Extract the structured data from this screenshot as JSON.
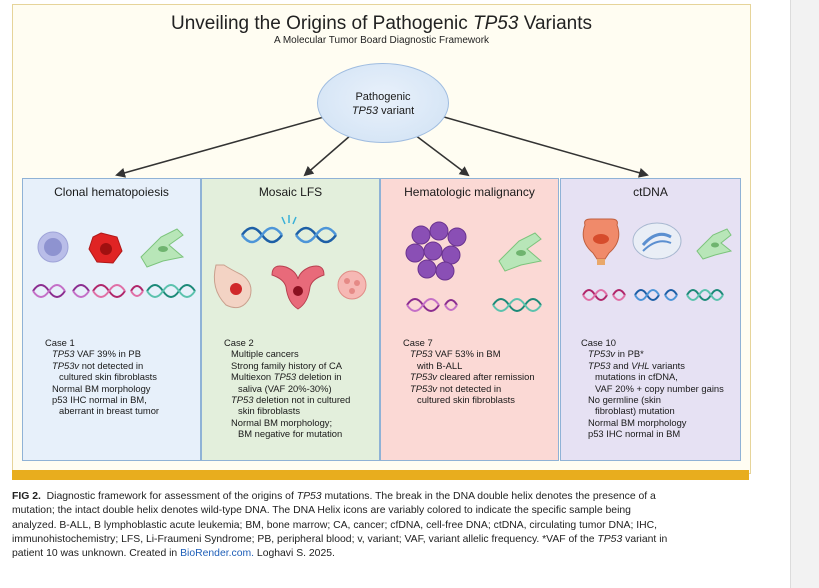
{
  "figure": {
    "title_parts": [
      "Unveiling the Origins of Pathogenic ",
      "TP53",
      " Variants"
    ],
    "subtitle": "A Molecular Tumor Board Diagnostic Framework",
    "hub": {
      "line1": "Pathogenic",
      "line2_italic": "TP53",
      "line2_rest": " variant"
    },
    "colors": {
      "hematopoiesis": "#e7f0fa",
      "mosaic": "#e3efdc",
      "malignancy": "#fbd9d5",
      "ctdna": "#e6e1f3",
      "rule": "#e8ad1e",
      "border": "#8fb2d6"
    },
    "columns": [
      {
        "title": "Clonal hematopoiesis",
        "icons": [
          "lymphocyte-icon",
          "malignant-cell-icon",
          "fibroblast-icon",
          "dna-helix-broken-icon",
          "dna-helix-broken-icon",
          "dna-helix-intact-icon"
        ],
        "case_title": "Case 1",
        "lines": [
          {
            "it": "TP53",
            "rest": " VAF 39% in PB"
          },
          {
            "it": "TP53v",
            "rest": " not detected in"
          },
          {
            "it": "",
            "rest": "cultured skin fibroblasts"
          },
          {
            "it": "",
            "rest": "Normal BM morphology"
          },
          {
            "it": "",
            "rest": "p53 IHC normal in BM,"
          },
          {
            "it": "",
            "rest": "aberrant in breast tumor"
          }
        ]
      },
      {
        "title": "Mosaic LFS",
        "icons": [
          "dna-helix-broken-icon",
          "breast-tumor-icon",
          "uterus-icon",
          "tumor-cluster-icon"
        ],
        "case_title": "Case 2",
        "lines": [
          {
            "it": "",
            "rest": "Multiple cancers"
          },
          {
            "it": "",
            "rest": "Strong family history of CA"
          },
          {
            "it": "",
            "rest": "Multiexon ",
            "it2": "TP53",
            "rest2": " deletion in"
          },
          {
            "it": "",
            "rest": "saliva (VAF 20%-30%)"
          },
          {
            "it": "TP53",
            "rest": " deletion not in cultured"
          },
          {
            "it": "",
            "rest": "skin fibroblasts"
          },
          {
            "it": "",
            "rest": "Normal BM morphology;"
          },
          {
            "it": "",
            "rest": "BM negative for mutation"
          }
        ]
      },
      {
        "title": "Hematologic malignancy",
        "icons": [
          "blast-cluster-icon",
          "fibroblast-icon",
          "dna-helix-broken-icon",
          "dna-helix-intact-icon"
        ],
        "case_title": "Case 7",
        "lines": [
          {
            "it": "TP53",
            "rest": " VAF 53% in BM"
          },
          {
            "it": "",
            "rest": "with  B-ALL"
          },
          {
            "it": "TP53v",
            "rest": " cleared after remission"
          },
          {
            "it": "TP53v",
            "rest": " not detected in"
          },
          {
            "it": "",
            "rest": "cultured skin fibroblasts"
          }
        ]
      },
      {
        "title": "ctDNA",
        "icons": [
          "bladder-icon",
          "blood-tube-icon",
          "fibroblast-icon",
          "dna-helix-broken-icon",
          "dna-helix-broken-icon",
          "dna-helix-intact-icon"
        ],
        "case_title": "Case 10",
        "lines": [
          {
            "it": "TP53v",
            "rest": " in PB*"
          },
          {
            "it": "TP53",
            "rest": " and ",
            "it2": "VHL",
            "rest2": " variants"
          },
          {
            "it": "",
            "rest": "mutations in cfDNA,"
          },
          {
            "it": "",
            "rest": "VAF 20% + copy number gains"
          },
          {
            "it": "",
            "rest": "No germline (skin"
          },
          {
            "it": "",
            "rest": "fibroblast) mutation"
          },
          {
            "it": "",
            "rest": "Normal BM morphology"
          },
          {
            "it": "",
            "rest": "p53 IHC normal in BM"
          }
        ]
      }
    ]
  },
  "caption": {
    "label": "FIG 2.",
    "lines": [
      [
        "Diagnostic framework for assessment of the origins of ",
        {
          "it": "TP53"
        },
        " mutations. The break in the DNA double helix denotes the presence of a"
      ],
      [
        "mutation; the intact double helix denotes wild-type DNA. The DNA Helix icons are variably colored to indicate the specific sample being"
      ],
      [
        "analyzed. B-ALL, B lymphoblastic acute leukemia; BM, bone marrow; CA, cancer; cfDNA, cell-free DNA; ctDNA, circulating tumor DNA; IHC,"
      ],
      [
        "immunohistochemistry; LFS, Li-Fraumeni Syndrome; PB, peripheral blood; v, variant; VAF, variant allelic frequency. *VAF of the ",
        {
          "it": "TP53"
        },
        " variant in"
      ],
      [
        "patient 10 was unknown. Created in ",
        {
          "link": "BioRender.com."
        },
        " Loghavi S. 2025."
      ]
    ]
  }
}
